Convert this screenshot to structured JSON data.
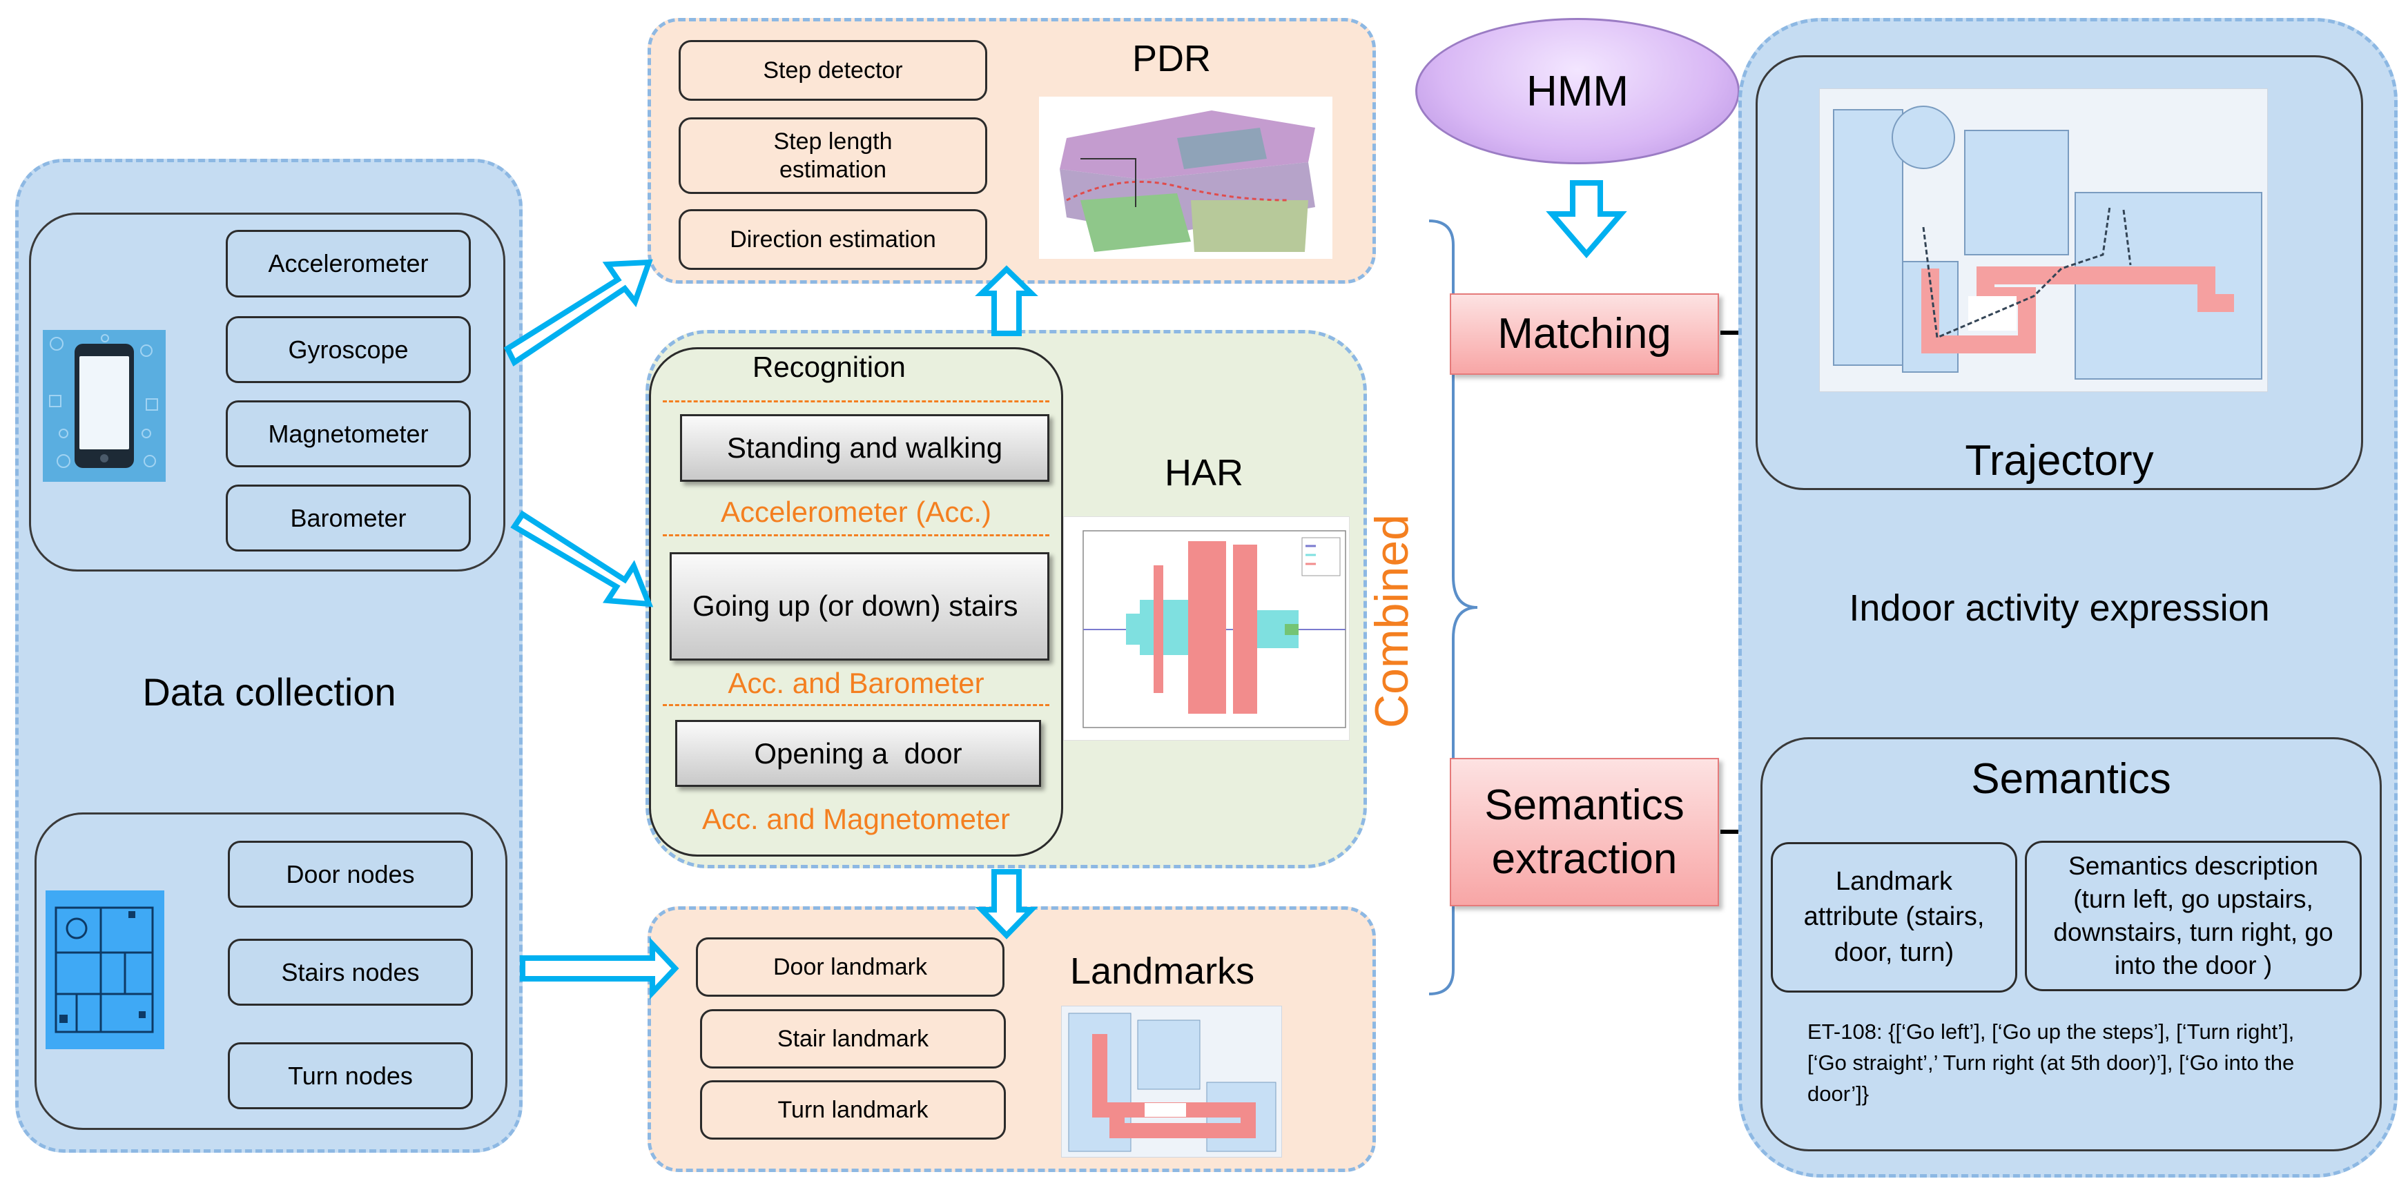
{
  "data_collection": {
    "title": "Data collection",
    "sensors": [
      "Accelerometer",
      "Gyroscope",
      "Magnetometer",
      "Barometer"
    ],
    "nodes": [
      "Door nodes",
      "Stairs nodes",
      "Turn nodes"
    ]
  },
  "pdr": {
    "title": "PDR",
    "items": [
      "Step detector",
      "Step length estimation",
      "Direction estimation"
    ]
  },
  "har": {
    "title": "HAR",
    "recognition_title": "Recognition",
    "activities": [
      {
        "name": "Standing and walking",
        "sensor": "Accelerometer (Acc.)"
      },
      {
        "name": "Going up (or down) stairs",
        "sensor": "Acc. and Barometer"
      },
      {
        "name": "Opening a  door",
        "sensor": "Acc. and Magnetometer"
      }
    ]
  },
  "landmarks": {
    "title": "Landmarks",
    "items": [
      "Door landmark",
      "Stair landmark",
      "Turn landmark"
    ]
  },
  "hmm": {
    "label": "HMM"
  },
  "combined": {
    "label": "Combined"
  },
  "matching": {
    "label": "Matching"
  },
  "semantics_extraction": {
    "label": "Semantics extraction"
  },
  "output": {
    "title": "Indoor activity expression",
    "trajectory_label": "Trajectory",
    "semantics": {
      "title": "Semantics",
      "landmark_attribute": "Landmark attribute (stairs, door, turn)",
      "semantics_description": "Semantics description (turn left, go upstairs, downstairs, turn right, go into the door )",
      "example": "ET-108: {[‘Go left’], [‘Go up the steps’], [‘Turn right’], [‘Go straight’,’ Turn right (at 5th door)’], [‘Go into the door’]}"
    }
  },
  "colors": {
    "region_blue": "#c5dcf2",
    "dash_border": "#8db8e3",
    "peach": "#fce6d6",
    "har_green": "#e9f0de",
    "arrow_cyan": "#00b0f0",
    "orange_text": "#f47f20",
    "hmm_purple": "#d9b8f5",
    "matching_red": "#f8a6a6"
  }
}
